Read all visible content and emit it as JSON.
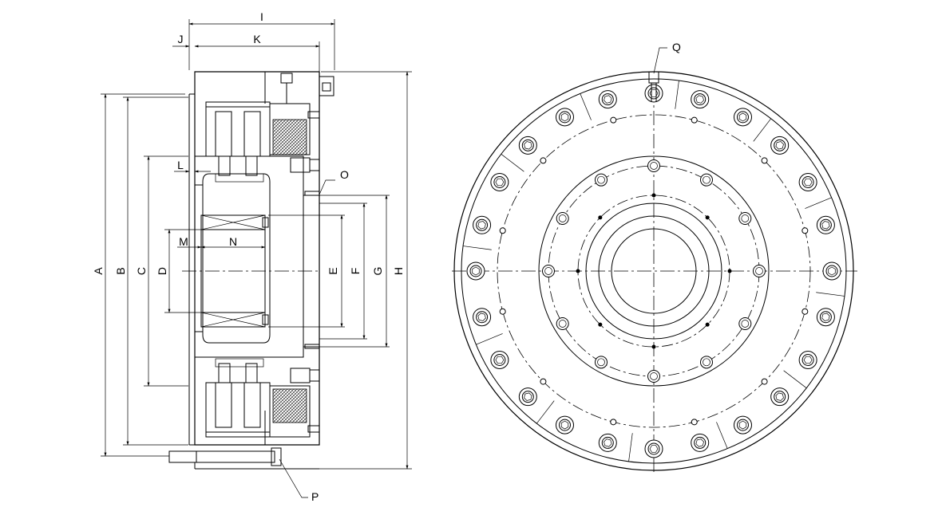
{
  "dimension_labels": {
    "A": "A",
    "B": "B",
    "C": "C",
    "D": "D",
    "E": "E",
    "F": "F",
    "G": "G",
    "H": "H",
    "I": "I",
    "J": "J",
    "K": "K",
    "L": "L",
    "M": "M",
    "N": "N",
    "O": "O",
    "P": "P",
    "Q": "Q"
  },
  "colors": {
    "line": "#000000",
    "background": "#ffffff"
  }
}
